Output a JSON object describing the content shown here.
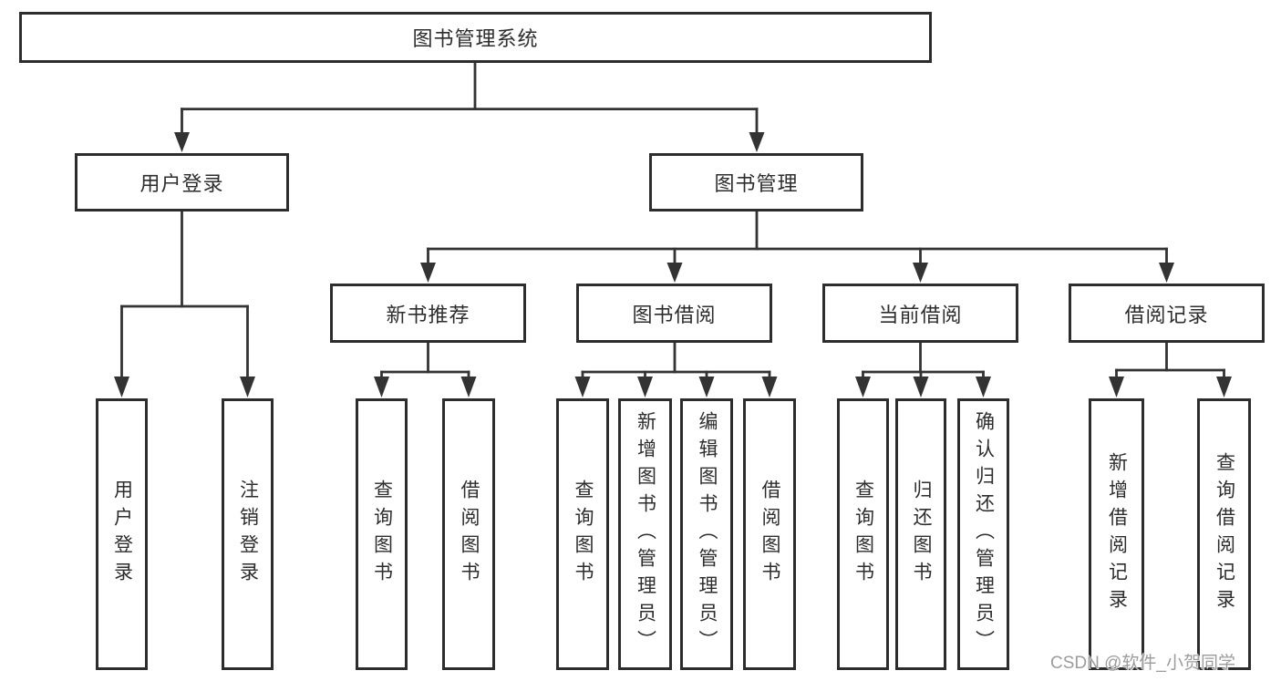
{
  "diagram": {
    "title": "图书管理系统",
    "nodes": {
      "root": "图书管理系统",
      "userLogin": "用户登录",
      "bookMgmt": "图书管理",
      "newBookRec": "新书推荐",
      "bookBorrow": "图书借阅",
      "currentBorrow": "当前借阅",
      "borrowRecords": "借阅记录",
      "leafUserLogin": "用户登录",
      "leafLogout": "注销登录",
      "leafRecQuery": "查询图书",
      "leafRecBorrow": "借阅图书",
      "leafBbQuery": "查询图书",
      "leafBbAdd": "新增图书（管理员）",
      "leafBbEdit": "编辑图书（管理员）",
      "leafBbBorrow": "借阅图书",
      "leafCbQuery": "查询图书",
      "leafCbReturn": "归还图书",
      "leafCbConfirm": "确认归还（管理员）",
      "leafBrAdd": "新增借阅记录",
      "leafBrQuery": "查询借阅记录"
    },
    "hierarchy": {
      "图书管理系统": [
        "用户登录",
        "图书管理"
      ],
      "用户登录": [
        "用户登录",
        "注销登录"
      ],
      "图书管理": [
        "新书推荐",
        "图书借阅",
        "当前借阅",
        "借阅记录"
      ],
      "新书推荐": [
        "查询图书",
        "借阅图书"
      ],
      "图书借阅": [
        "查询图书",
        "新增图书（管理员）",
        "编辑图书（管理员）",
        "借阅图书"
      ],
      "当前借阅": [
        "查询图书",
        "归还图书",
        "确认归还（管理员）"
      ],
      "借阅记录": [
        "新增借阅记录",
        "查询借阅记录"
      ]
    }
  },
  "watermark": {
    "text": "CSDN @软件_小贺同学"
  },
  "colors": {
    "background": "#ffffff",
    "box_border": "#2d2d2d",
    "line": "#333333",
    "text": "#2d2d2d",
    "watermark": "#9c9c9c"
  }
}
